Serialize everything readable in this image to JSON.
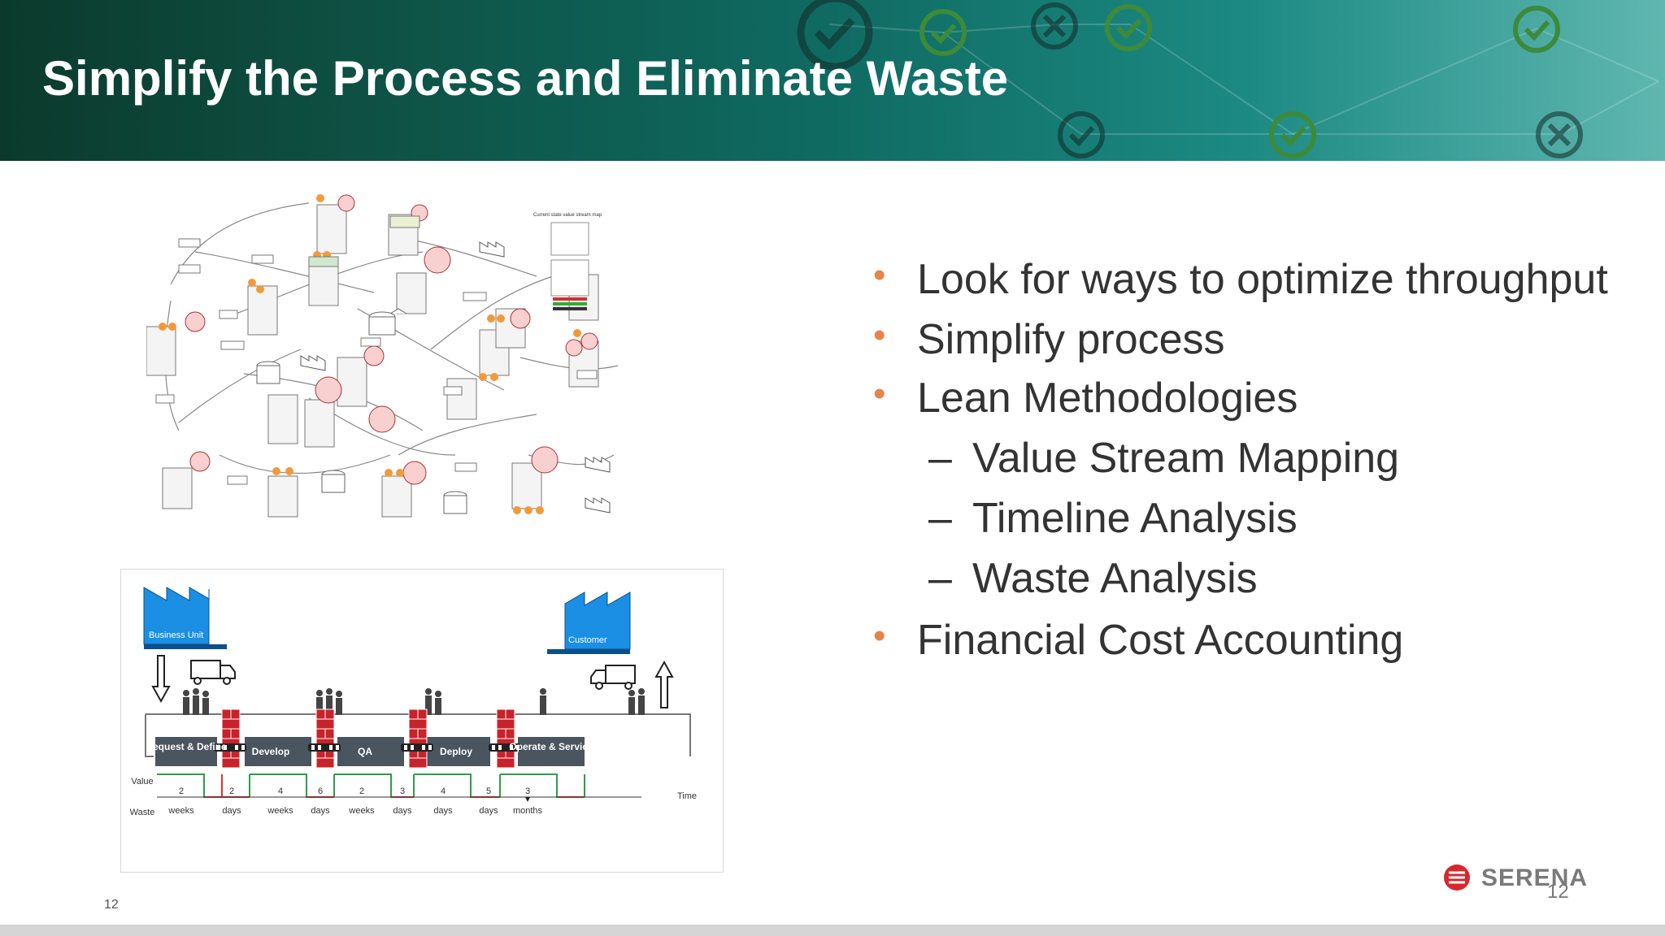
{
  "slide": {
    "title": "Simplify the Process and Eliminate Waste",
    "page_number_left": "12",
    "page_number_right": "12",
    "logo_text": "SERENA"
  },
  "bullets": [
    {
      "text": "Look for ways to optimize throughput",
      "level": 1
    },
    {
      "text": "Simplify process",
      "level": 1
    },
    {
      "text": "Lean Methodologies",
      "level": 1
    },
    {
      "text": "Value Stream Mapping",
      "level": 2
    },
    {
      "text": "Timeline Analysis",
      "level": 2
    },
    {
      "text": "Waste Analysis",
      "level": 2
    },
    {
      "text": "Financial Cost Accounting",
      "level": 1
    }
  ],
  "vsm_map": {
    "legend_title": "Current state value stream map"
  },
  "pipeline": {
    "source": "Business Unit",
    "target": "Customer",
    "stages": [
      "Request & Define",
      "Develop",
      "QA",
      "Deploy",
      "Operate & Service"
    ],
    "value_label": "Value",
    "waste_label": "Waste",
    "time_label": "Time",
    "value_nums": [
      "2",
      "4",
      "2",
      "4",
      "3"
    ],
    "value_units": [
      "weeks",
      "weeks",
      "weeks",
      "days",
      "months"
    ],
    "waste_nums": [
      "2",
      "6",
      "3",
      "5"
    ],
    "waste_units": [
      "days",
      "days",
      "days",
      "days"
    ]
  },
  "colors": {
    "accent_orange": "#e8834a",
    "factory_blue": "#1a8fe3",
    "wall_red": "#c8222a",
    "stage_gray": "#4a5560",
    "value_line_green": "#2e9e4a",
    "waste_line_red": "#d9342b"
  }
}
